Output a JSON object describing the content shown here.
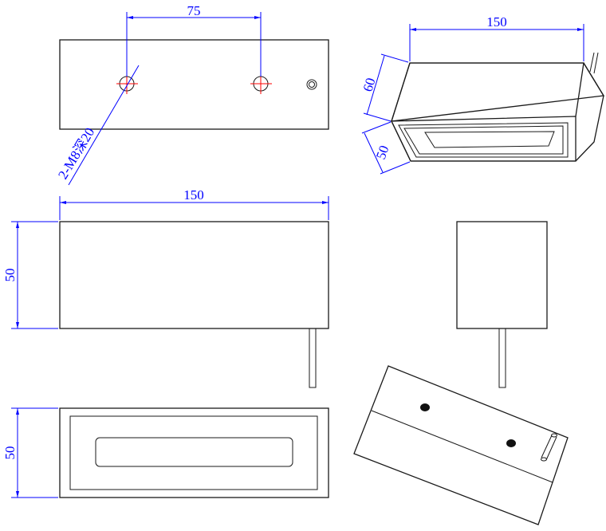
{
  "dimensions": {
    "top_view_spacing": "75",
    "top_view_hole_note": "2-M8深20",
    "iso_width": "150",
    "iso_depth": "60",
    "iso_height": "50",
    "front_width": "150",
    "front_height": "50",
    "bottom_height": "50"
  },
  "colors": {
    "dimension": "#0000ff",
    "centerline": "#ff0000",
    "outline": "#1a1a1a"
  }
}
